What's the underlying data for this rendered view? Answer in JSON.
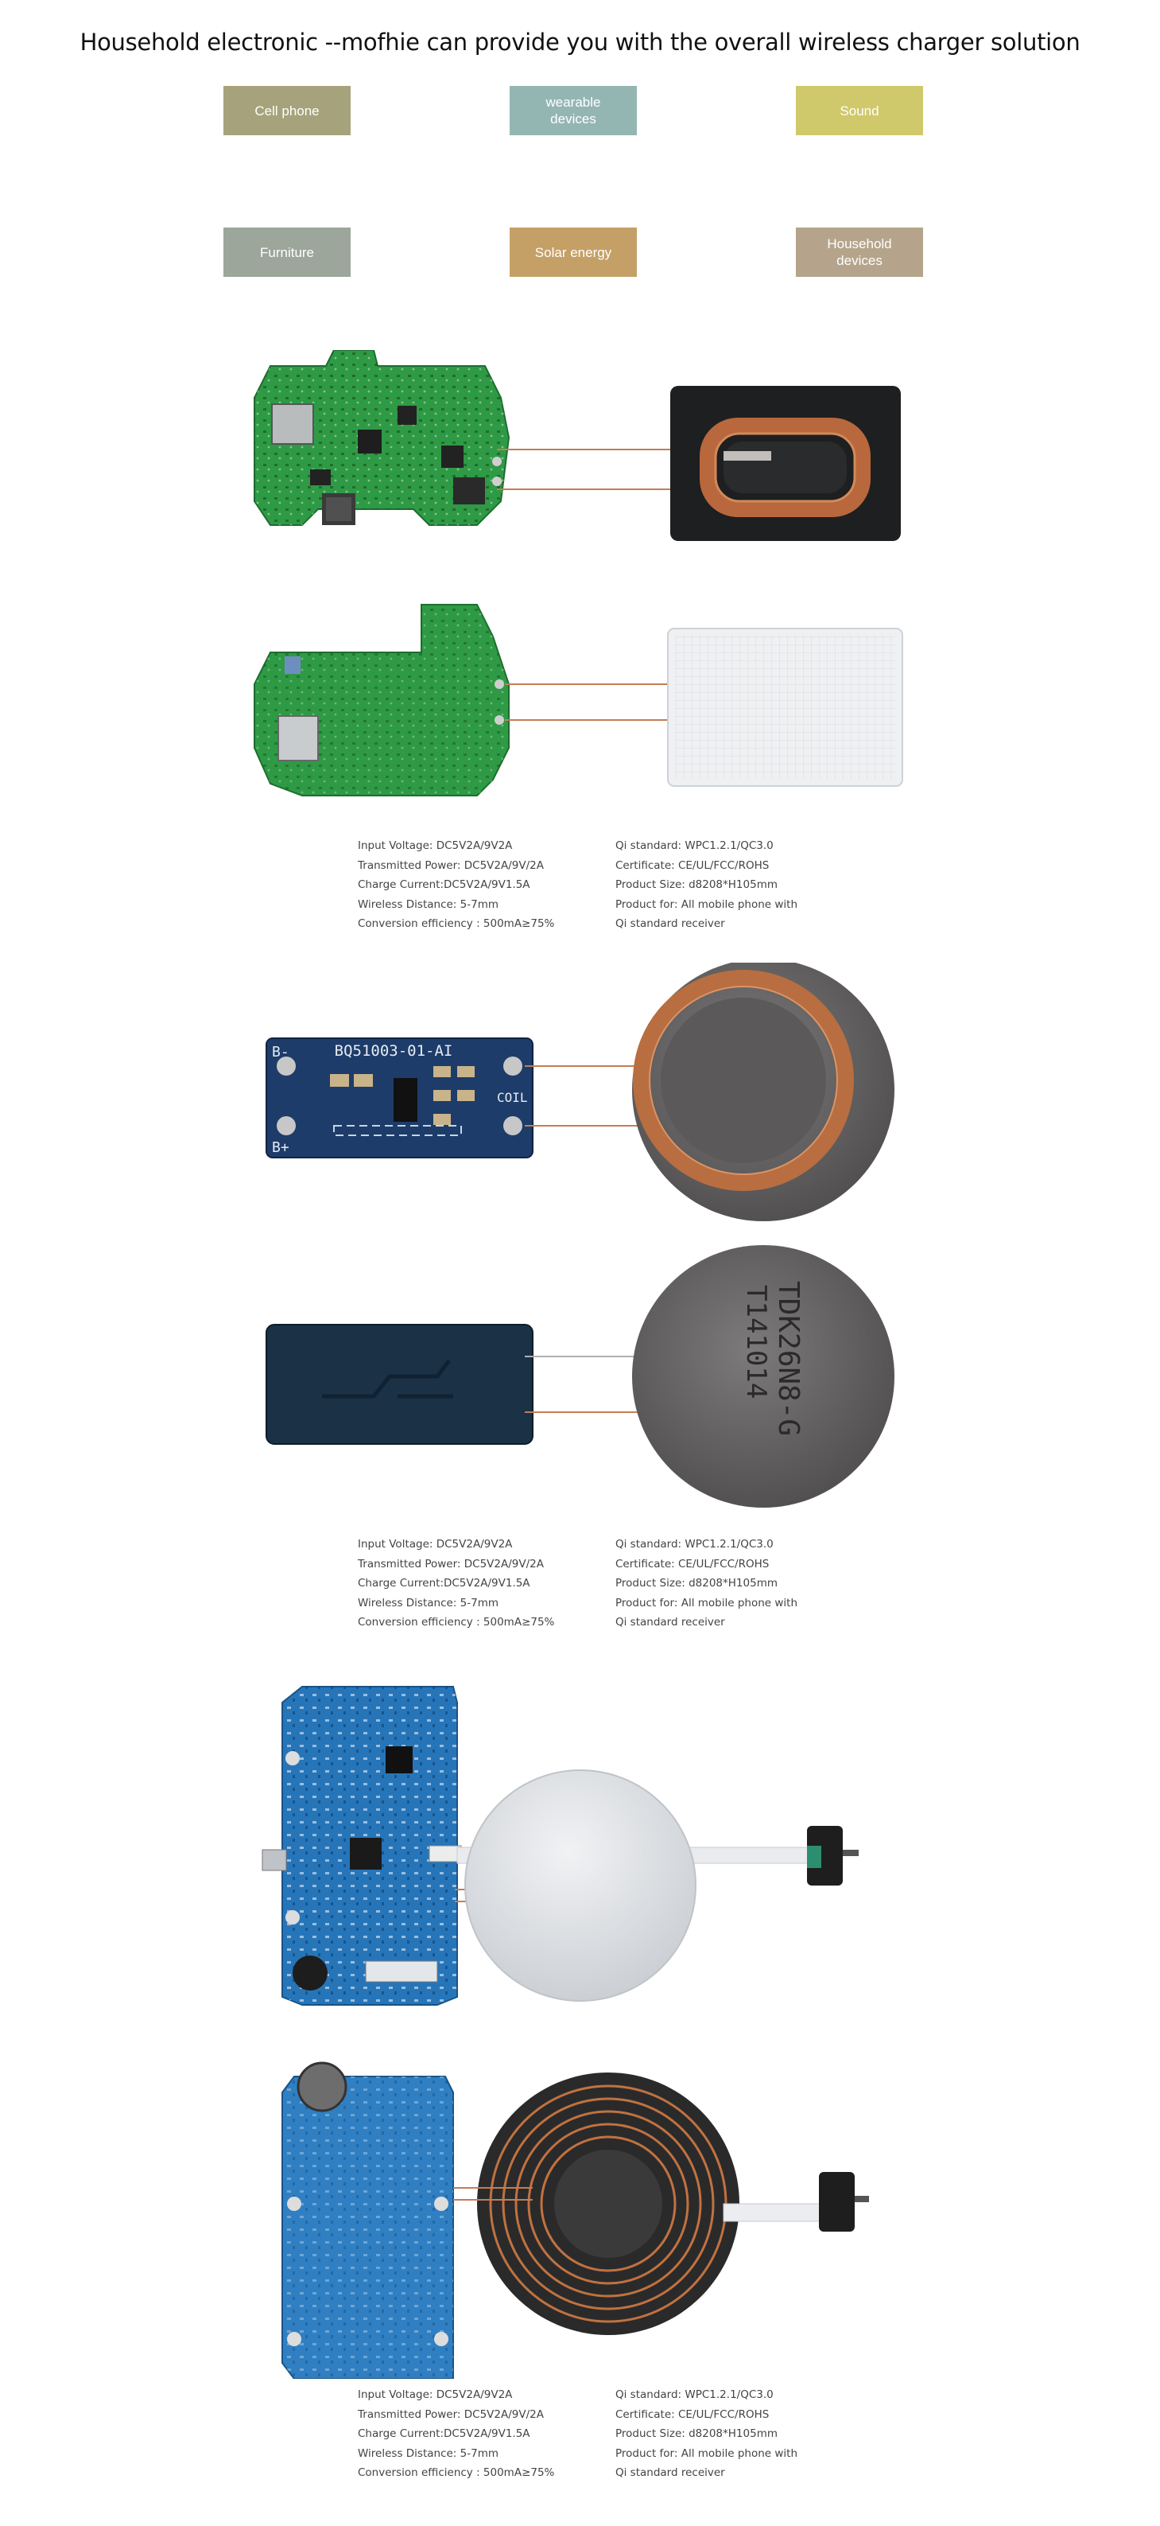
{
  "title": "Household electronic --mofhie can provide you with the overall wireless charger solution",
  "categories": [
    {
      "label": "Cell phone",
      "color": "#a6a37c"
    },
    {
      "label": "wearable devices",
      "color": "#94b6b3"
    },
    {
      "label": "Sound",
      "color": "#d0c96c"
    },
    {
      "label": "Furniture",
      "color": "#9ca69b"
    },
    {
      "label": "Solar energy",
      "color": "#c5a066"
    },
    {
      "label": "Household devices",
      "color": "#b5a48b"
    }
  ],
  "spec_blocks": [
    {
      "left": [
        "Input Voltage:  DC5V2A/9V2A",
        "Transmitted Power:  DC5V2A/9V/2A",
        "Charge Current:DC5V2A/9V1.5A",
        "Wireless Distance:   5-7mm",
        "Conversion efficiency :   500mA≥75%"
      ],
      "right": [
        "Qi standard:  WPC1.2.1/QC3.0",
        "Certificate:   CE/UL/FCC/ROHS",
        "Product Size:  d8208*H105mm",
        "Product for:  All mobile phone with",
        "Qi standard receiver"
      ]
    },
    {
      "left": [
        "Input Voltage:  DC5V2A/9V2A",
        "Transmitted Power:  DC5V2A/9V/2A",
        "Charge Current:DC5V2A/9V1.5A",
        "Wireless Distance:   5-7mm",
        "Conversion efficiency :   500mA≥75%"
      ],
      "right": [
        "Qi standard:  WPC1.2.1/QC3.0",
        "Certificate:   CE/UL/FCC/ROHS",
        "Product Size:  d8208*H105mm",
        "Product for:  All mobile phone with",
        "Qi standard receiver"
      ]
    },
    {
      "left": [
        "Input Voltage:  DC5V2A/9V2A",
        "Transmitted Power:  DC5V2A/9V/2A",
        "Charge Current:DC5V2A/9V1.5A",
        "Wireless Distance:   5-7mm",
        "Conversion efficiency :   500mA≥75%"
      ],
      "right": [
        "Qi standard:  WPC1.2.1/QC3.0",
        "Certificate:   CE/UL/FCC/ROHS",
        "Product Size:  d8208*H105mm",
        "Product for:  All mobile phone with",
        "Qi standard receiver"
      ]
    }
  ],
  "pcb_labels": {
    "board_id": "BQ51003-01-AI",
    "b_minus": "B-",
    "b_plus": "B+",
    "coil": "COIL",
    "ferrite_code_1": "TDK26N8-G",
    "ferrite_code_2": "T141014"
  }
}
